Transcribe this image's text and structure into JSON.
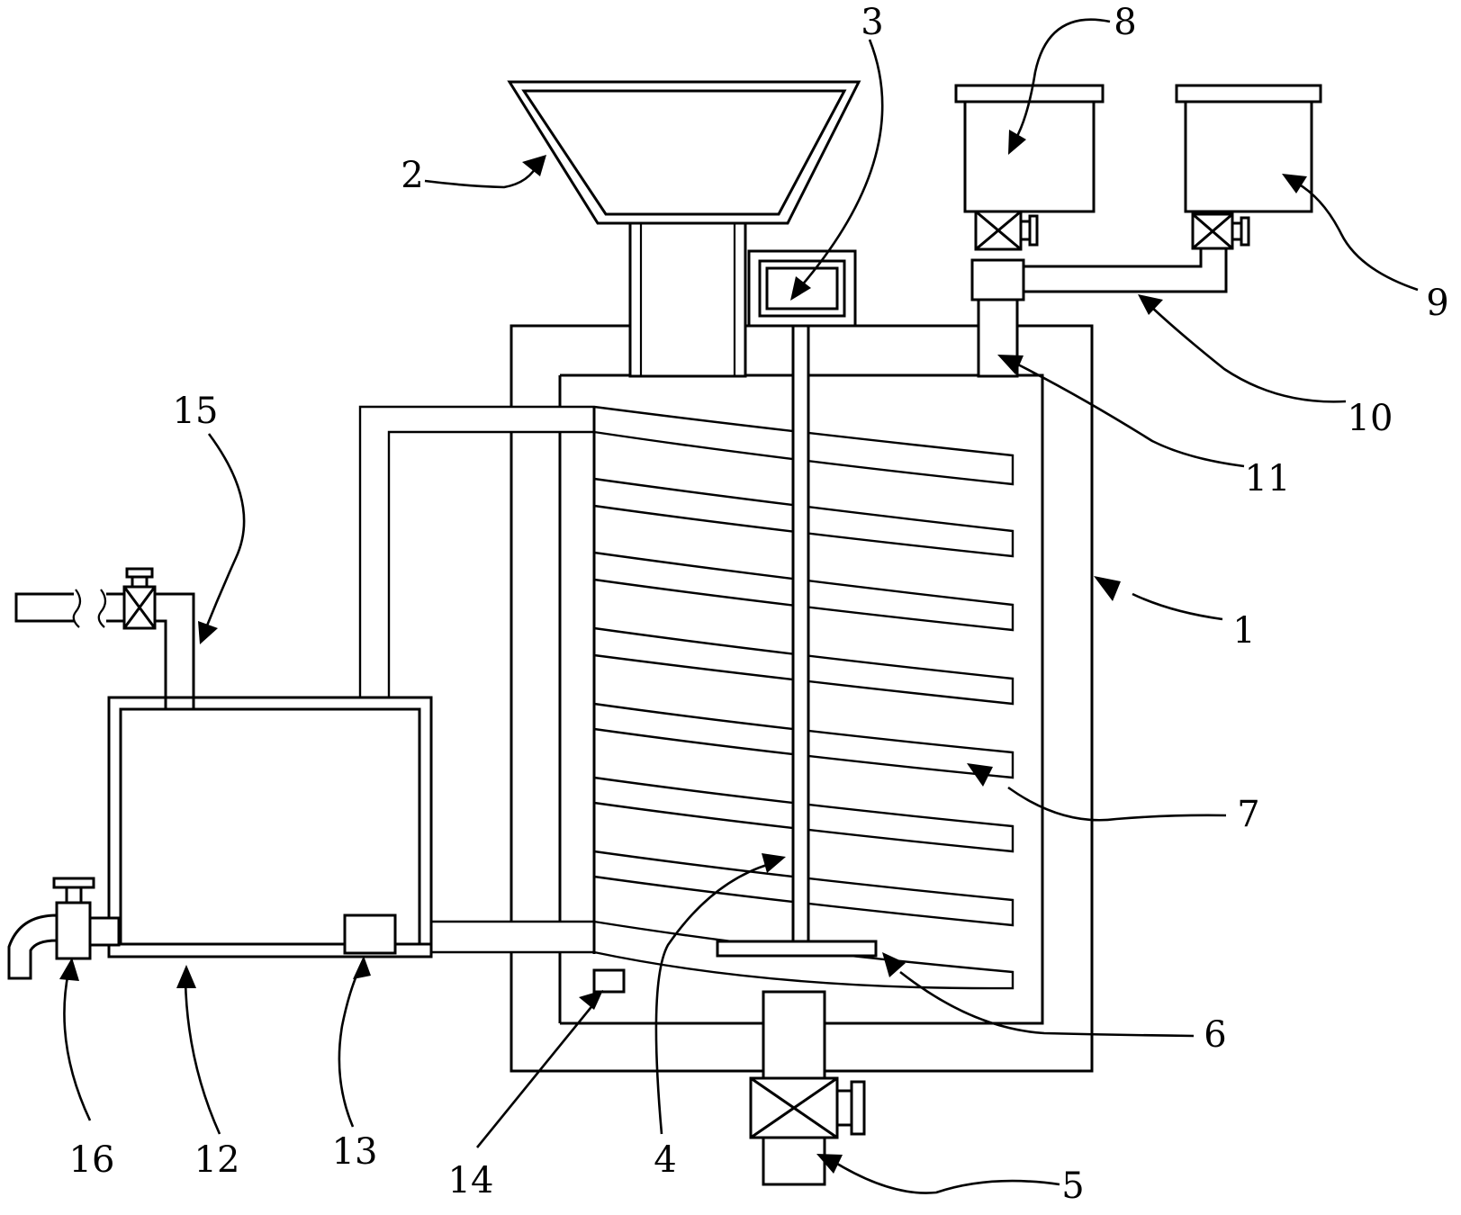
{
  "labels": [
    {
      "key": "tank_body",
      "text": "1"
    },
    {
      "key": "feed_hopper",
      "text": "2"
    },
    {
      "key": "motor",
      "text": "3"
    },
    {
      "key": "stirring_shaft",
      "text": "4"
    },
    {
      "key": "discharge_valve",
      "text": "5"
    },
    {
      "key": "stirring_blade",
      "text": "6"
    },
    {
      "key": "spiral_tube",
      "text": "7"
    },
    {
      "key": "additive_box_a",
      "text": "8"
    },
    {
      "key": "additive_box_b",
      "text": "9"
    },
    {
      "key": "branch_pipe",
      "text": "10"
    },
    {
      "key": "inlet_pipe",
      "text": "11"
    },
    {
      "key": "water_tank",
      "text": "12"
    },
    {
      "key": "water_pump",
      "text": "13"
    },
    {
      "key": "temperature_sensor",
      "text": "14"
    },
    {
      "key": "water_inlet_pipe",
      "text": "15"
    },
    {
      "key": "drain_faucet",
      "text": "16"
    }
  ]
}
